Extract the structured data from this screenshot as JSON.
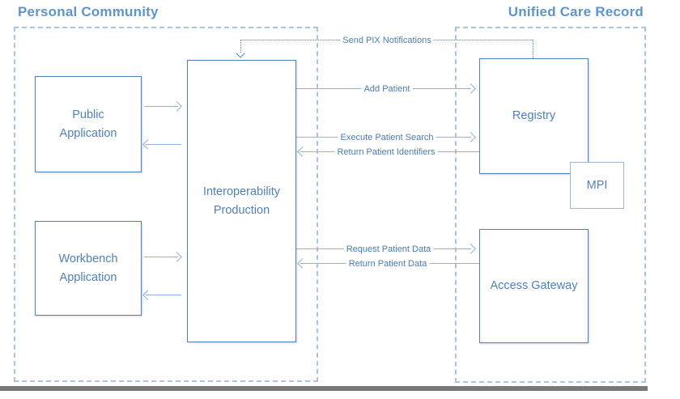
{
  "diagram": {
    "regions": {
      "personal_community": {
        "title": "Personal Community"
      },
      "unified_care_record": {
        "title": "Unified Care Record"
      }
    },
    "nodes": {
      "public_application": {
        "label": "Public Application"
      },
      "workbench_application": {
        "label": "Workbench Application"
      },
      "interoperability_production": {
        "label": "Interoperability Production"
      },
      "registry": {
        "label": "Registry"
      },
      "mpi": {
        "label": "MPI"
      },
      "access_gateway": {
        "label": "Access Gateway"
      }
    },
    "connections": {
      "send_pix_notifications": {
        "label": "Send PIX Notifications",
        "from": "registry",
        "to": "interoperability_production",
        "style": "dotted"
      },
      "add_patient": {
        "label": "Add Patient",
        "from": "interoperability_production",
        "to": "registry",
        "style": "solid"
      },
      "execute_patient_search": {
        "label": "Execute Patient Search",
        "from": "interoperability_production",
        "to": "registry",
        "style": "solid"
      },
      "return_patient_identifiers": {
        "label": "Return Patient Identifiers",
        "from": "registry",
        "to": "interoperability_production",
        "style": "solid"
      },
      "request_patient_data": {
        "label": "Request Patient Data",
        "from": "interoperability_production",
        "to": "access_gateway",
        "style": "solid"
      },
      "return_patient_data": {
        "label": "Return Patient Data",
        "from": "access_gateway",
        "to": "interoperability_production",
        "style": "solid"
      }
    },
    "colors": {
      "node_border": "#4f81bd",
      "node_text": "#4f81bd",
      "mpi_border": "#97b7d9",
      "region_border": "#a9c5e5",
      "region_title": "#5e95cc",
      "connector_line": "#92b4da",
      "connector_label": "#4a7cb5",
      "dotted_line": "#4f86c6",
      "bottom_bar": "#787878"
    }
  }
}
